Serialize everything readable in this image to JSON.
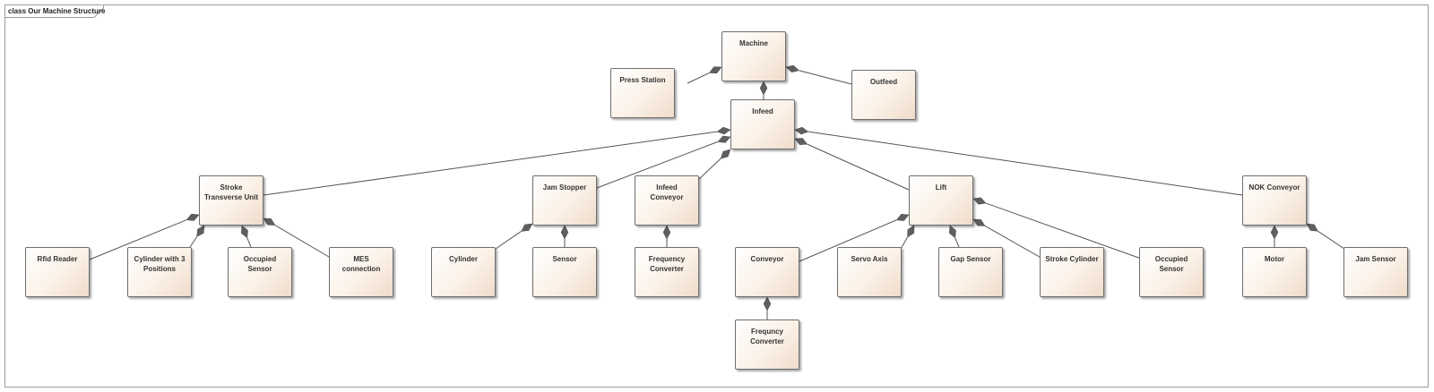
{
  "diagram": {
    "frame_title": "class Our Machine Structure",
    "nodes": [
      {
        "id": "machine",
        "label": "Machine"
      },
      {
        "id": "press_station",
        "label": "Press Station"
      },
      {
        "id": "outfeed",
        "label": "Outfeed"
      },
      {
        "id": "infeed",
        "label": "Infeed"
      },
      {
        "id": "stroke_transverse_unit",
        "label": "Stroke Transverse Unit"
      },
      {
        "id": "jam_stopper",
        "label": "Jam Stopper"
      },
      {
        "id": "infeed_conveyor",
        "label": "Infeed Conveyor"
      },
      {
        "id": "lift",
        "label": "Lift"
      },
      {
        "id": "nok_conveyor",
        "label": "NOK Conveyor"
      },
      {
        "id": "rfid_reader",
        "label": "Rfid Reader"
      },
      {
        "id": "cylinder_3_positions",
        "label": "Cylinder with 3 Positions"
      },
      {
        "id": "occupied_sensor_1",
        "label": "Occupied Sensor"
      },
      {
        "id": "mes_connection",
        "label": "MES connection"
      },
      {
        "id": "cylinder",
        "label": "Cylinder"
      },
      {
        "id": "sensor",
        "label": "Sensor"
      },
      {
        "id": "frequency_converter",
        "label": "Frequency Converter"
      },
      {
        "id": "conveyor",
        "label": "Conveyor"
      },
      {
        "id": "servo_axis",
        "label": "Servo Axis"
      },
      {
        "id": "gap_sensor",
        "label": "Gap Sensor"
      },
      {
        "id": "stroke_cylinder",
        "label": "Stroke Cylinder"
      },
      {
        "id": "occupied_sensor_2",
        "label": "Occupied Sensor"
      },
      {
        "id": "motor",
        "label": "Motor"
      },
      {
        "id": "jam_sensor",
        "label": "Jam Sensor"
      },
      {
        "id": "frequncy_converter",
        "label": "Frequncy Converter"
      }
    ],
    "edges": [
      {
        "whole": "machine",
        "part": "press_station",
        "type": "composition"
      },
      {
        "whole": "machine",
        "part": "outfeed",
        "type": "composition"
      },
      {
        "whole": "machine",
        "part": "infeed",
        "type": "composition"
      },
      {
        "whole": "infeed",
        "part": "stroke_transverse_unit",
        "type": "composition"
      },
      {
        "whole": "infeed",
        "part": "jam_stopper",
        "type": "composition"
      },
      {
        "whole": "infeed",
        "part": "infeed_conveyor",
        "type": "composition"
      },
      {
        "whole": "infeed",
        "part": "lift",
        "type": "composition"
      },
      {
        "whole": "infeed",
        "part": "nok_conveyor",
        "type": "composition"
      },
      {
        "whole": "stroke_transverse_unit",
        "part": "rfid_reader",
        "type": "composition"
      },
      {
        "whole": "stroke_transverse_unit",
        "part": "cylinder_3_positions",
        "type": "composition"
      },
      {
        "whole": "stroke_transverse_unit",
        "part": "occupied_sensor_1",
        "type": "composition"
      },
      {
        "whole": "stroke_transverse_unit",
        "part": "mes_connection",
        "type": "composition"
      },
      {
        "whole": "jam_stopper",
        "part": "cylinder",
        "type": "composition"
      },
      {
        "whole": "jam_stopper",
        "part": "sensor",
        "type": "composition"
      },
      {
        "whole": "infeed_conveyor",
        "part": "frequency_converter",
        "type": "composition"
      },
      {
        "whole": "lift",
        "part": "conveyor",
        "type": "composition"
      },
      {
        "whole": "lift",
        "part": "servo_axis",
        "type": "composition"
      },
      {
        "whole": "lift",
        "part": "gap_sensor",
        "type": "composition"
      },
      {
        "whole": "lift",
        "part": "stroke_cylinder",
        "type": "composition"
      },
      {
        "whole": "lift",
        "part": "occupied_sensor_2",
        "type": "composition"
      },
      {
        "whole": "nok_conveyor",
        "part": "motor",
        "type": "composition"
      },
      {
        "whole": "nok_conveyor",
        "part": "jam_sensor",
        "type": "composition"
      },
      {
        "whole": "conveyor",
        "part": "frequncy_converter",
        "type": "composition"
      }
    ]
  }
}
